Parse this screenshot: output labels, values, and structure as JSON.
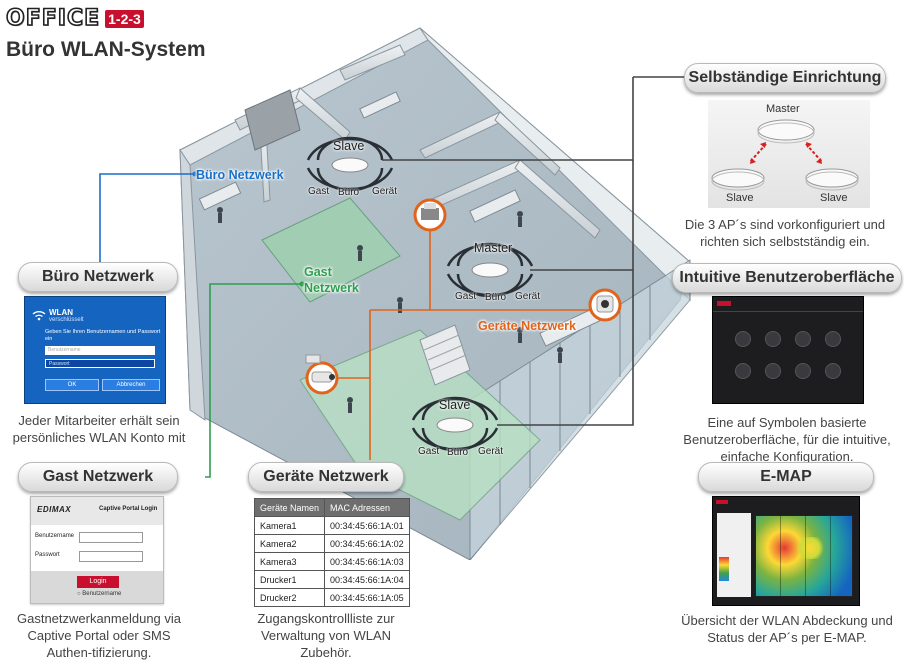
{
  "header": {
    "logo_word": "OFFICE",
    "logo_num": "1-2-3",
    "subtitle": "Büro WLAN-System"
  },
  "colors": {
    "buero_line": "#1a6fc9",
    "gast_line": "#2e9e4f",
    "geraete_line": "#e0641b",
    "dark_line": "#444444"
  },
  "building_labels": {
    "buero": "Büro Netzwerk",
    "gast": "Gast\nNetzwerk",
    "geraete": "Geräte Netzwerk"
  },
  "access_points": [
    {
      "name": "Slave",
      "ssids": [
        "Gast",
        "Büro",
        "Gerät"
      ]
    },
    {
      "name": "Master",
      "ssids": [
        "Gast",
        "Büro",
        "Gerät"
      ]
    },
    {
      "name": "Slave",
      "ssids": [
        "Gast",
        "Büro",
        "Gerät"
      ]
    }
  ],
  "left": {
    "buero": {
      "title": "Büro Netzwerk",
      "wlan_title": "WLAN",
      "wlan_sub": "verschlüsselt",
      "prompt": "Geben Sie Ihren Benutzernamen und Passwort ein",
      "user_placeholder": "Benutzername",
      "pass_placeholder": "Passwort",
      "ok": "OK",
      "cancel": "Abbrechen",
      "caption": "Jeder Mitarbeiter erhält sein persönliches WLAN Konto mit"
    },
    "gast": {
      "title": "Gast Netzwerk",
      "brand": "EDIMAX",
      "portal_title": "Captive Portal Login",
      "user_label": "Benutzername",
      "pass_label": "Passwort",
      "login": "Login",
      "radio": "Benutzername",
      "caption": "Gastnetzwerkanmeldung via Captive Portal oder SMS Authen-tifizierung."
    }
  },
  "center": {
    "title": "Geräte Netzwerk",
    "table": {
      "headers": [
        "Geräte Namen",
        "MAC Adressen"
      ],
      "rows": [
        [
          "Kamera1",
          "00:34:45:66:1A:01"
        ],
        [
          "Kamera2",
          "00:34:45:66:1A:02"
        ],
        [
          "Kamera3",
          "00:34:45:66:1A:03"
        ],
        [
          "Drucker1",
          "00:34:45:66:1A:04"
        ],
        [
          "Drucker2",
          "00:34:45:66:1A:05"
        ]
      ]
    },
    "caption": "Zugangskontrollliste zur Verwaltung von WLAN Zubehör."
  },
  "right": {
    "setup": {
      "title": "Selbständige Einrichtung",
      "master": "Master",
      "slave1": "Slave",
      "slave2": "Slave",
      "caption": "Die 3 AP´s sind vorkonfiguriert und richten sich selbstständig ein."
    },
    "ui": {
      "title": "Intuitive Benutzeroberfläche",
      "caption": "Eine auf Symbolen basierte Benutzeroberfläche, für die intuitive, einfache Konfiguration."
    },
    "emap": {
      "title": "E-MAP",
      "caption": "Übersicht der WLAN Abdeckung und Status der AP´s per E-MAP."
    }
  }
}
